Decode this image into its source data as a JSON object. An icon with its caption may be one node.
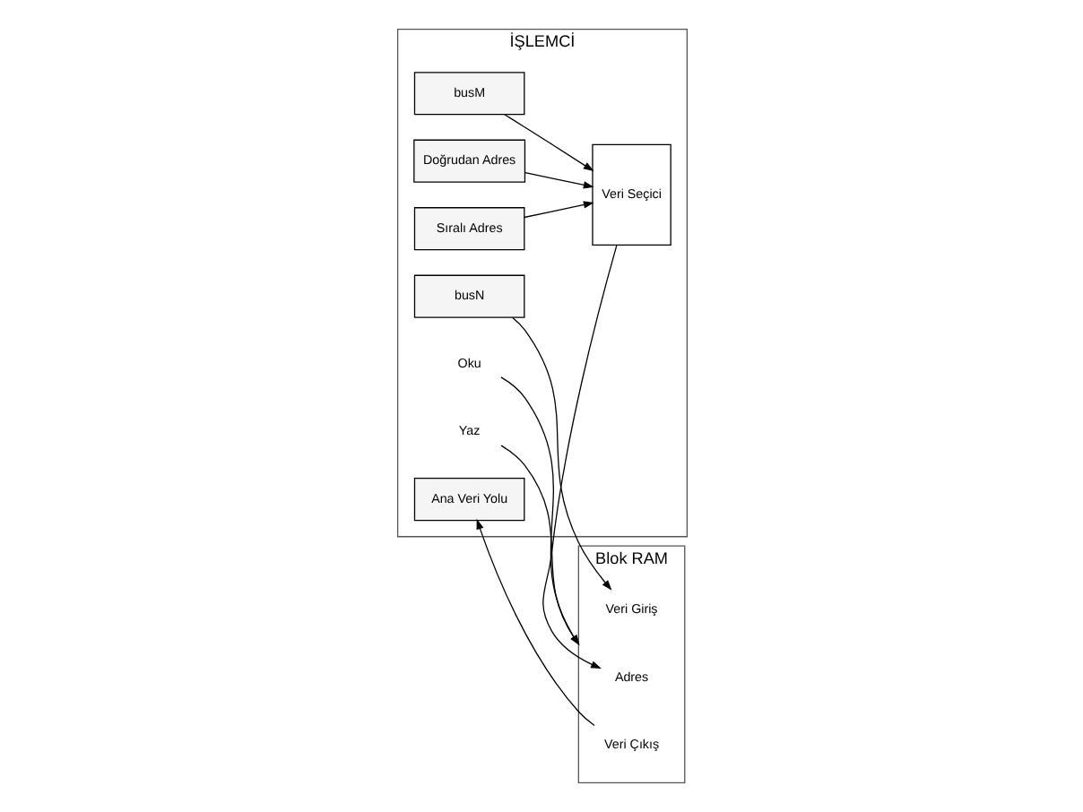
{
  "diagram": {
    "nodes": [
      {
        "text": [
          "İŞLEMCİ"
        ]
      },
      {
        "text": [
          "busN"
        ],
        "in": 0
      },
      {
        "text": [
          "busM"
        ],
        "in": 0
      },
      {
        "text": [
          "Doğrudan Adres"
        ],
        "in": 0
      },
      {
        "text": [
          "Sıralı Adres"
        ],
        "in": 0
      },
      {
        "text": [
          "Veri Seçici"
        ],
        "in": 0
      },
      {
        "text": [
          "Oku"
        ],
        "in": 0
      },
      {
        "text": [
          "Yaz"
        ],
        "in": 0
      },
      {
        "text": [
          "Ana Veri Yolu"
        ],
        "in": 0
      },
      {
        "text": [
          "Blok RAM"
        ]
      },
      {
        "text": [
          "Veri Giriş"
        ],
        "in": 9
      },
      {
        "text": [
          "Adres"
        ],
        "in": 9
      },
      {
        "text": [
          "Veri Çıkış"
        ],
        "in": 9
      }
    ],
    "edges": [
      {
        "from": 1,
        "to": 10,
        "arrow": "to"
      },
      {
        "from": 2,
        "to": 5,
        "arrow": "to"
      },
      {
        "from": 3,
        "to": 5,
        "arrow": "to"
      },
      {
        "from": 4,
        "to": 5,
        "arrow": "to"
      },
      {
        "from": 5,
        "to": 11,
        "arrow": "to"
      },
      {
        "from": 6,
        "to": 9,
        "arrow": "to"
      },
      {
        "from": 7,
        "to": 9,
        "arrow": "to"
      },
      {
        "from": 12,
        "to": 8,
        "arrow": "to"
      }
    ]
  }
}
